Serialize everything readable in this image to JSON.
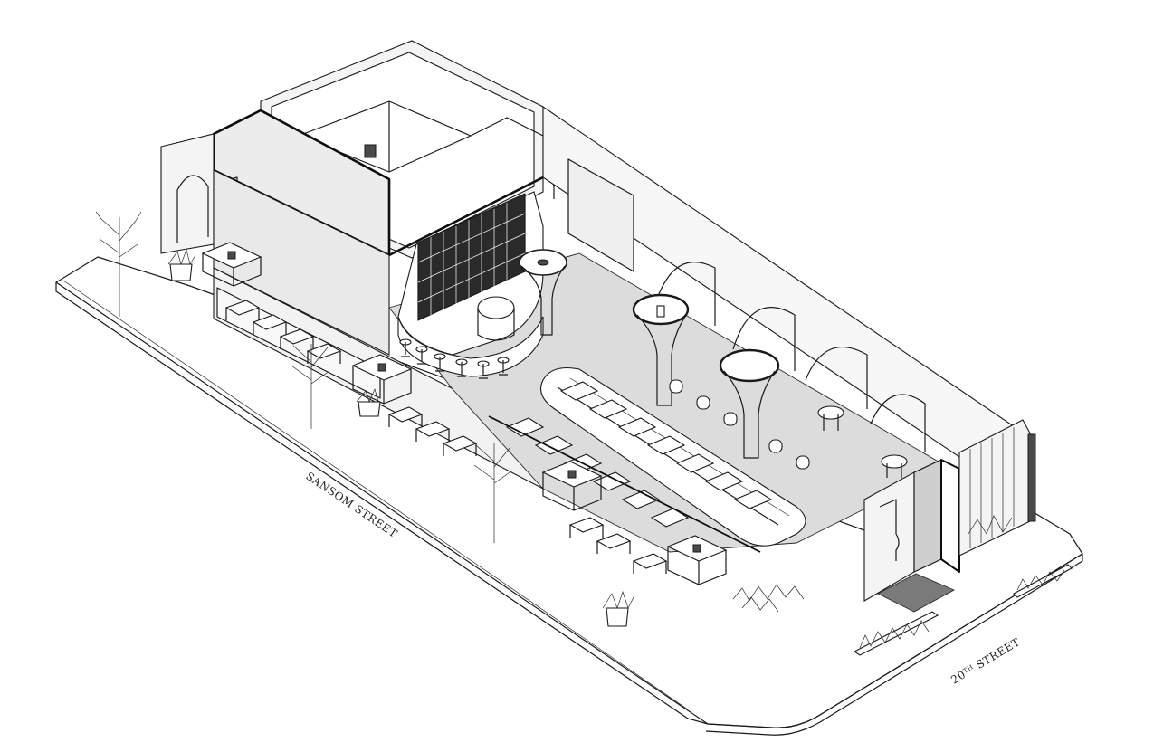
{
  "labels": {
    "sansom_street": "SANSOM STREET",
    "twentieth_street_num": "20",
    "twentieth_street_sup": "TH",
    "twentieth_street_word": " STREET"
  }
}
